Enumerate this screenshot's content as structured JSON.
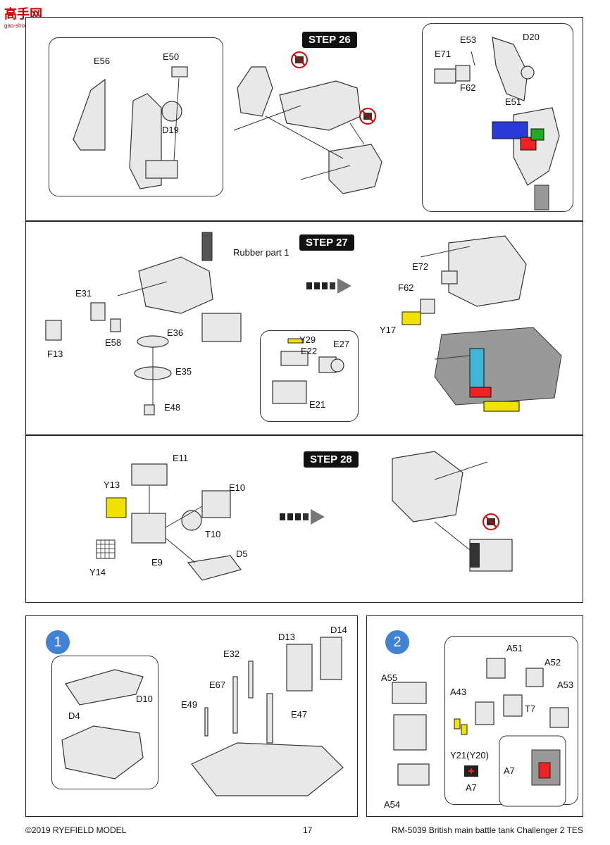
{
  "watermark": {
    "text": "高手网",
    "sub": "gao-shou.com"
  },
  "steps": [
    {
      "label": "STEP 26",
      "parts": [
        "E56",
        "E50",
        "D19",
        "E53",
        "D20",
        "E71",
        "F62",
        "E51"
      ]
    },
    {
      "label": "STEP 27",
      "parts": [
        "Rubber part 1",
        "E31",
        "F13",
        "E58",
        "E36",
        "E35",
        "E48",
        "Y29",
        "E22",
        "E27",
        "E21",
        "E72",
        "F62",
        "Y17"
      ]
    },
    {
      "label": "STEP 28",
      "parts": [
        "E11",
        "Y13",
        "E10",
        "T10",
        "Y14",
        "E9",
        "D5"
      ]
    }
  ],
  "sub_panels": [
    {
      "number": "1",
      "parts": [
        "D13",
        "D14",
        "E32",
        "E67",
        "E47",
        "E49",
        "D10",
        "D4"
      ]
    },
    {
      "number": "2",
      "parts": [
        "A51",
        "A52",
        "A55",
        "A43",
        "A53",
        "T7",
        "Y21(Y20)",
        "A7",
        "A7",
        "A54"
      ]
    }
  ],
  "footer": {
    "copyright": "©2019 RYEFIELD MODEL",
    "page": "17",
    "product": "RM-5039 British main battle tank Challenger 2 TES"
  },
  "colors": {
    "blue_circle": "#3f82d6",
    "prohibit_red": "#d40000",
    "yellow_part": "#f2e200",
    "blue_part": "#2a3ad9",
    "cyan_part": "#3fb6d8"
  }
}
